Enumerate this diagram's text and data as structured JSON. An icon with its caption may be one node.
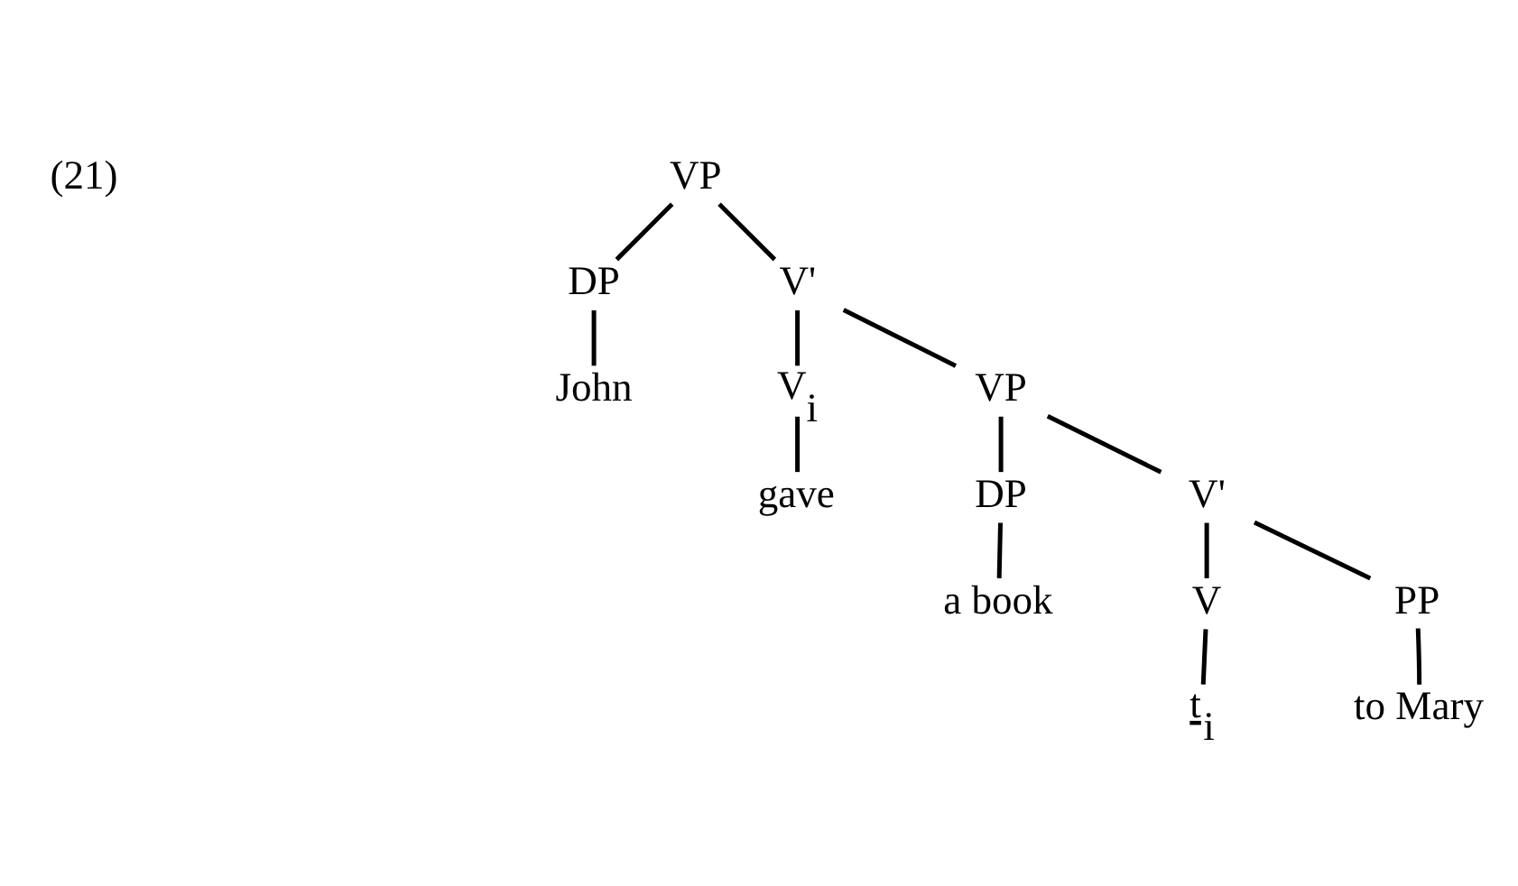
{
  "diagram": {
    "nodes": [
      {
        "text": [
          "VP"
        ]
      },
      {
        "text": [
          "DP"
        ]
      },
      {
        "text": [
          "V'"
        ]
      },
      {
        "text": [
          "John"
        ]
      },
      {
        "text": [
          "V$_{i}$"
        ]
      },
      {
        "text": [
          "VP"
        ]
      },
      {
        "text": [
          "gave"
        ]
      },
      {
        "text": [
          "DP"
        ]
      },
      {
        "text": [
          "V'"
        ]
      },
      {
        "text": [
          "a book"
        ]
      },
      {
        "text": [
          "V"
        ]
      },
      {
        "text": [
          "PP"
        ]
      },
      {
        "text": [
          "t$_{i}$"
        ]
      },
      {
        "text": [
          "to Mary"
        ]
      }
    ],
    "edges": [
      {
        "from": 0,
        "to": 1,
        "arrow": "none"
      },
      {
        "from": 0,
        "to": 2,
        "arrow": "none"
      },
      {
        "from": 1,
        "to": 3,
        "arrow": "none"
      },
      {
        "from": 2,
        "to": 4,
        "arrow": "none"
      },
      {
        "from": 2,
        "to": 5,
        "arrow": "none"
      },
      {
        "from": 4,
        "to": 6,
        "arrow": "none"
      },
      {
        "from": 5,
        "to": 7,
        "arrow": "none"
      },
      {
        "from": 5,
        "to": 8,
        "arrow": "none"
      },
      {
        "from": 7,
        "to": 9,
        "arrow": "none"
      },
      {
        "from": 8,
        "to": 10,
        "arrow": "none"
      },
      {
        "from": 8,
        "to": 11,
        "arrow": "none"
      },
      {
        "from": 10,
        "to": 12,
        "arrow": "none"
      },
      {
        "from": 11,
        "to": 13,
        "arrow": "none"
      }
    ],
    "labels": [
      "(21)"
    ]
  }
}
